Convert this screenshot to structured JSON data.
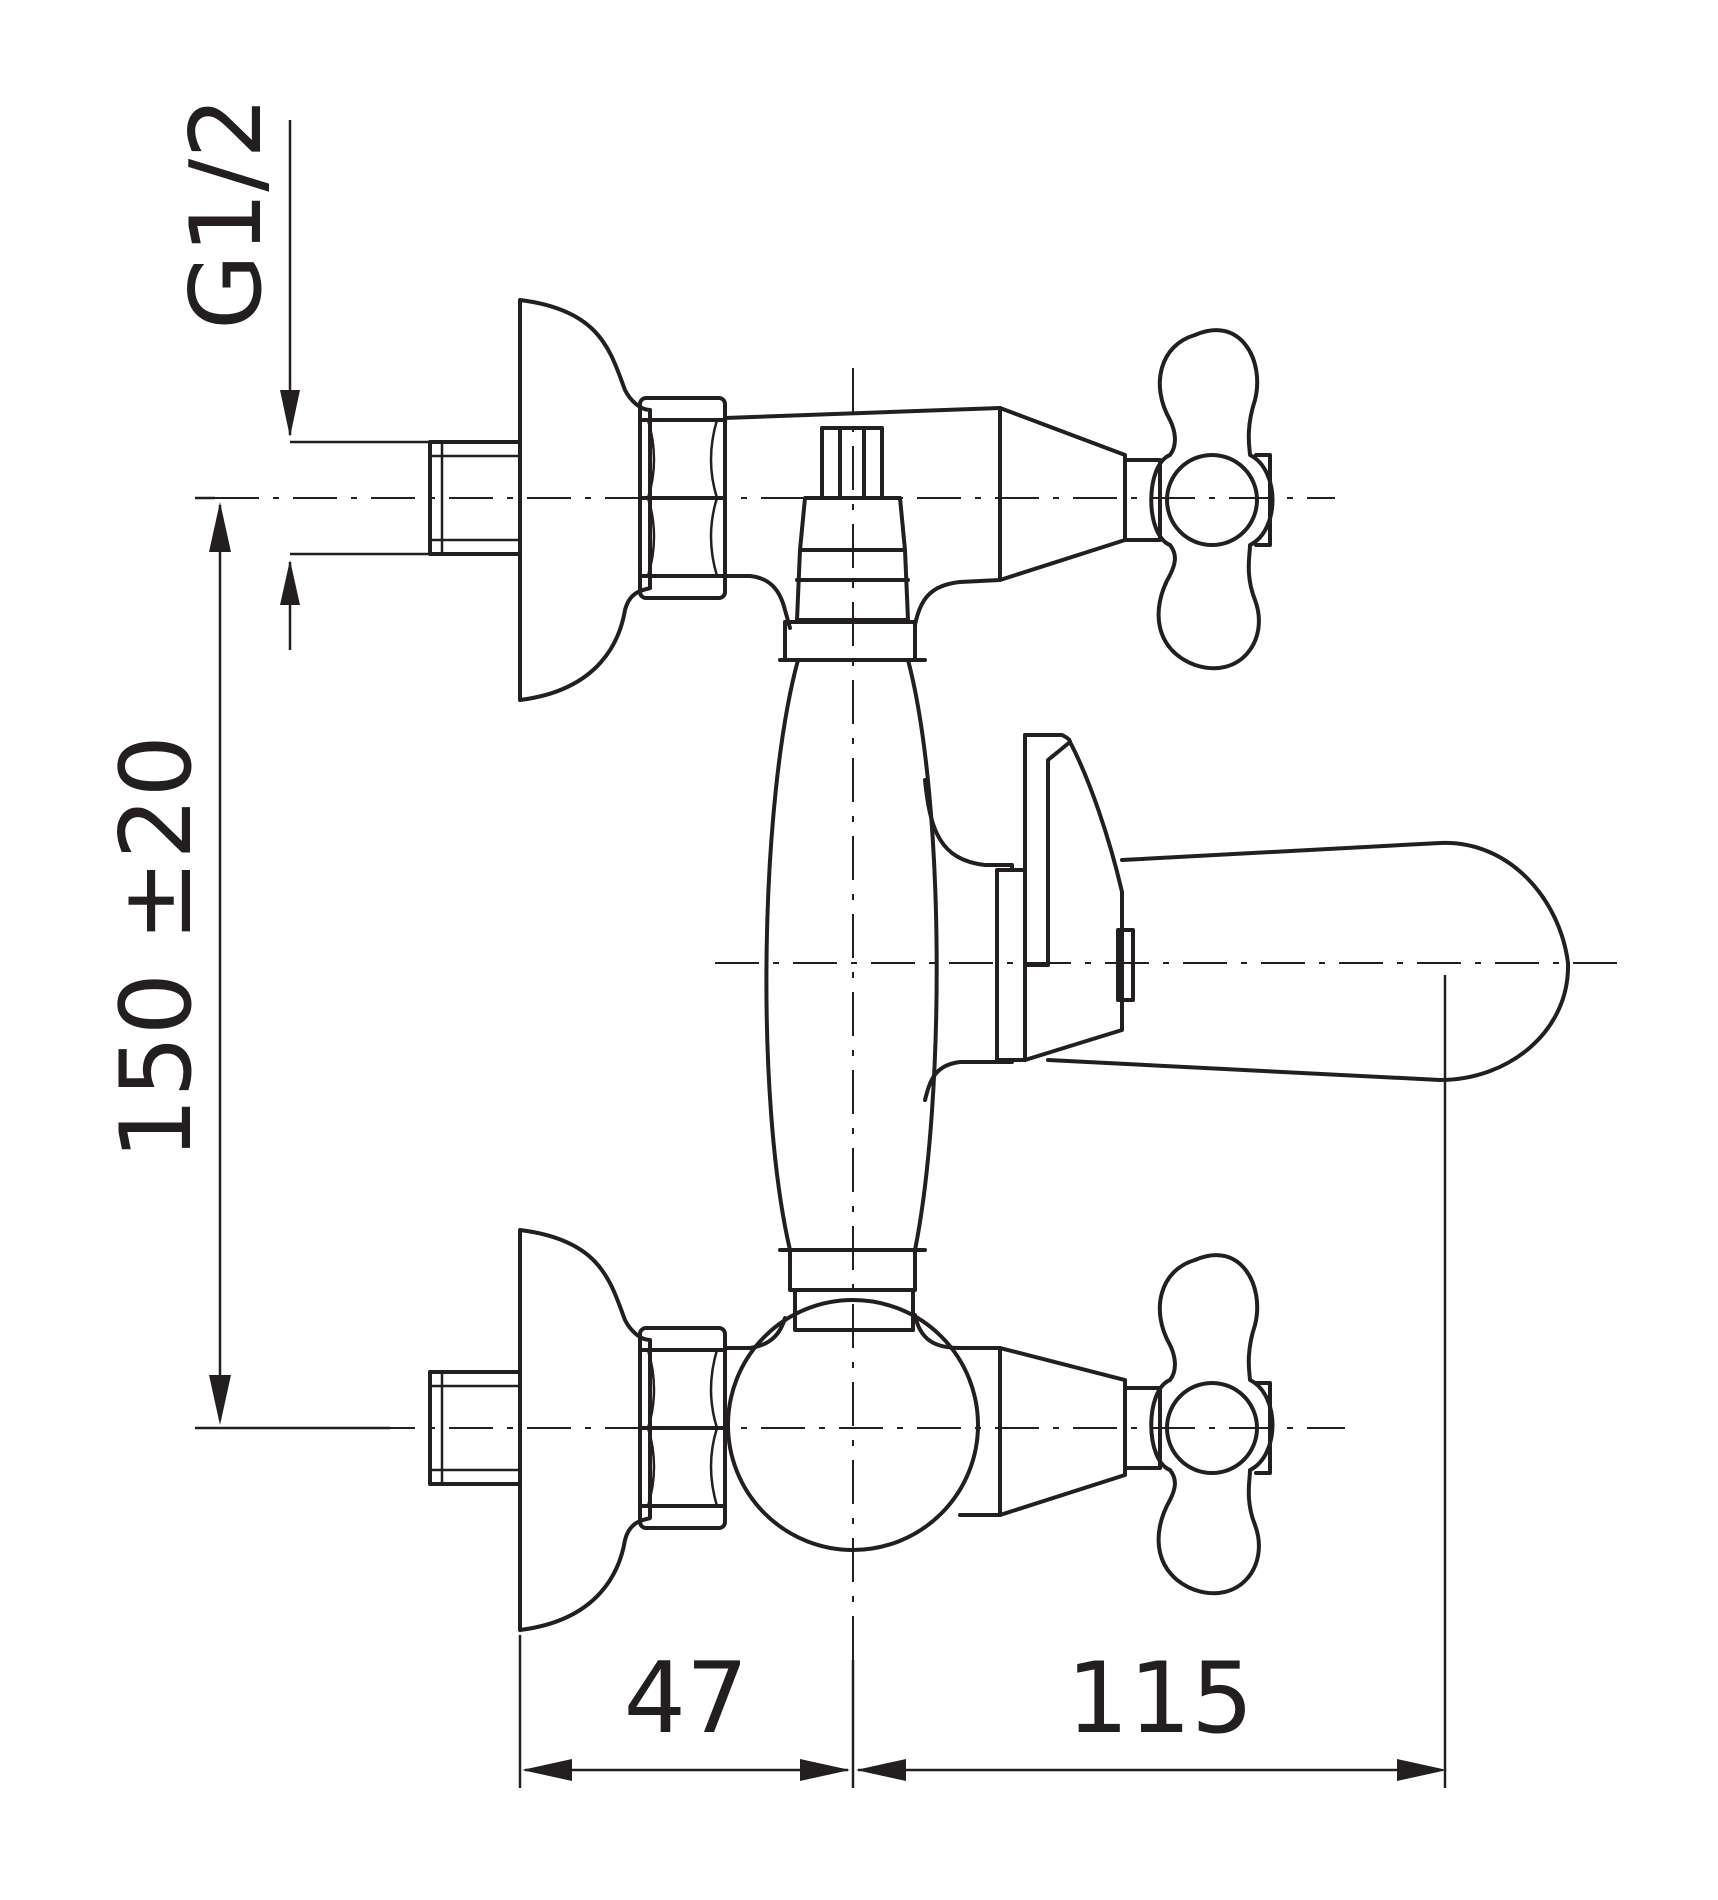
{
  "dimensions": {
    "thread": "G1/2",
    "spacing": "150 ±20",
    "depth": "47",
    "reach": "115"
  },
  "colors": {
    "line": "#231f20",
    "background": "#ffffff"
  }
}
